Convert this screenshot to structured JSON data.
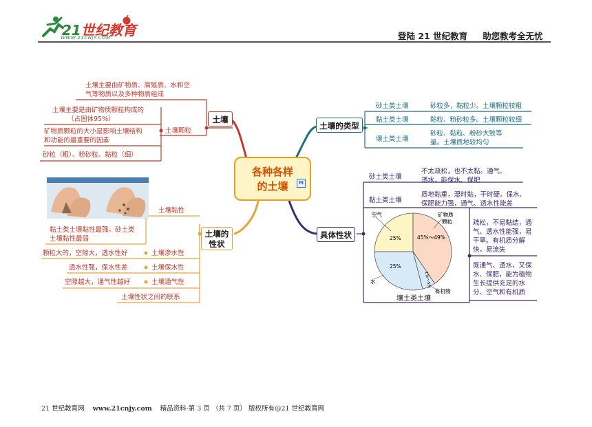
{
  "header": {
    "logo_text_a": "21",
    "logo_text_b": "世纪教育",
    "logo_url": "WWW.21CNJY.COM",
    "slogan_1": "登陆 21 世纪教育",
    "slogan_2": "助您教考全无忧"
  },
  "center": {
    "line1": "各种各样",
    "line2": "的土壤",
    "badge": "M"
  },
  "soil": {
    "title": "土壤",
    "composition": [
      "土壤主要由矿物质、腐殖质、水和空",
      "气等物质以及多种物质组成"
    ],
    "particle_title": "土壤颗粒",
    "particle_items": [
      [
        "土壤主要是由矿物质颗粒构成的",
        "（占固体95%）"
      ],
      [
        "矿物质颗粒的大小是影响土壤结构",
        "和功能的最重要的因素"
      ],
      [
        "砂粒（粗）、粉砂粒、黏粒（细）"
      ]
    ]
  },
  "types": {
    "title": "土壤的类型",
    "items": [
      {
        "name": "砂土类土壤",
        "desc": [
          "砂粒多，黏粒少。土壤颗粒较粗"
        ]
      },
      {
        "name": "黏土类土壤",
        "desc": [
          "黏粒、粉砂粒多。土壤颗粒较细"
        ]
      },
      {
        "name": "壤土类土壤",
        "desc": [
          "砂粒、黏粒、粉砂大致等",
          "量。土壤质地较均匀"
        ]
      }
    ]
  },
  "properties": {
    "title": "土壤的",
    "title2": "性状",
    "items": [
      {
        "name": "土壤黏性",
        "desc": [
          "黏土类土壤黏性最强，砂土类",
          "土壤黏性最弱"
        ]
      },
      {
        "name": "土壤渗水性",
        "desc": [
          "颗粒大的，空隙大，透水性好"
        ]
      },
      {
        "name": "土壤保水性",
        "desc": [
          "透水性强，保水性差"
        ]
      },
      {
        "name": "土壤通气性",
        "desc": [
          "空隙越大，通气性越好"
        ]
      },
      {
        "name": "土壤性状之间的联系",
        "desc": []
      }
    ]
  },
  "specific": {
    "title": "具体性状",
    "items": [
      {
        "name": "砂土类土壤",
        "desc": [
          "不太疏松，也不太黏。通气、",
          "透水，能保水、保肥"
        ]
      },
      {
        "name": "黏土类土壤",
        "desc": [
          "质地黏重，湿时黏，干时硬。保水、",
          "保肥能力强，通气、透水性能差"
        ]
      }
    ],
    "loam_title": "壤土类土壤",
    "loam_desc_1": [
      "疏松，不易黏结，通",
      "气、透水性能强，易",
      "干旱。有机质分解",
      "快，易流失"
    ],
    "loam_desc_2": [
      "既通气、透水，又保",
      "水、保肥，能为植物",
      "生长提供充足的水",
      "分、空气和有机质"
    ],
    "pie": {
      "label_air": "空气",
      "label_mineral_a": "矿物质",
      "label_mineral_b": "颗粒",
      "label_water": "水",
      "label_organic": "有机物",
      "pct_air": "25%",
      "pct_mineral": "45%～49%",
      "pct_water": "25%",
      "pct_organic": "1%～5%"
    }
  },
  "footer": {
    "site": "21 世纪教育网",
    "url": "www.21cnjy.com",
    "info": "精品资料·第 3 页 （共 7 页） 版权所有@21 世纪教育网"
  },
  "colors": {
    "red": "#c0392b",
    "teal": "#1f6e80",
    "purple": "#3d2a6f",
    "orange": "#e8a33a",
    "center_fill": "#fff3c8"
  }
}
